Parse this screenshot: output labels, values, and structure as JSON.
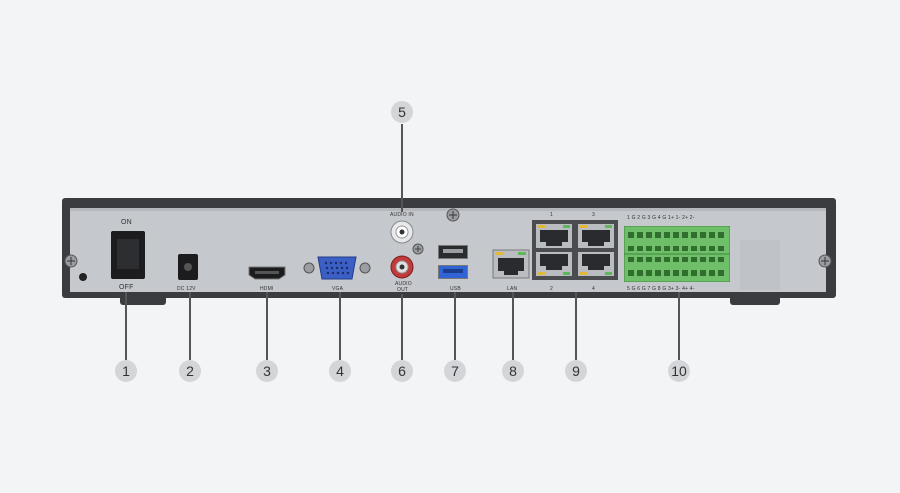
{
  "labels": {
    "on": "ON",
    "off": "OFF",
    "dc": "DC 12V",
    "hdmi": "HDMI",
    "vga": "VGA",
    "audio_in": "AUDIO IN",
    "audio_out_1": "AUDIO",
    "audio_out_2": "OUT",
    "usb": "USB",
    "lan": "LAN",
    "poe_1": "1",
    "poe_2": "2",
    "poe_3": "3",
    "poe_4": "4",
    "terminal_top": "1  G  2  G  3  G  4  G  1+  1-  2+  2-",
    "terminal_bottom": "5  G  6  G  7  G  8  G  3+  3-  4+  4-"
  },
  "callouts": [
    "1",
    "2",
    "3",
    "4",
    "5",
    "6",
    "7",
    "8",
    "9",
    "10"
  ],
  "colors": {
    "background": "#f3f4f6",
    "chassis_frame": "#3a3c3f",
    "panel": "#c5c8cc",
    "terminal_green": "#6fbf6a",
    "vga_blue": "#3b5fc4",
    "usb_blue": "#2f63d6",
    "audio_red": "#c23a3a",
    "callout_bg": "#d3d5d8"
  }
}
